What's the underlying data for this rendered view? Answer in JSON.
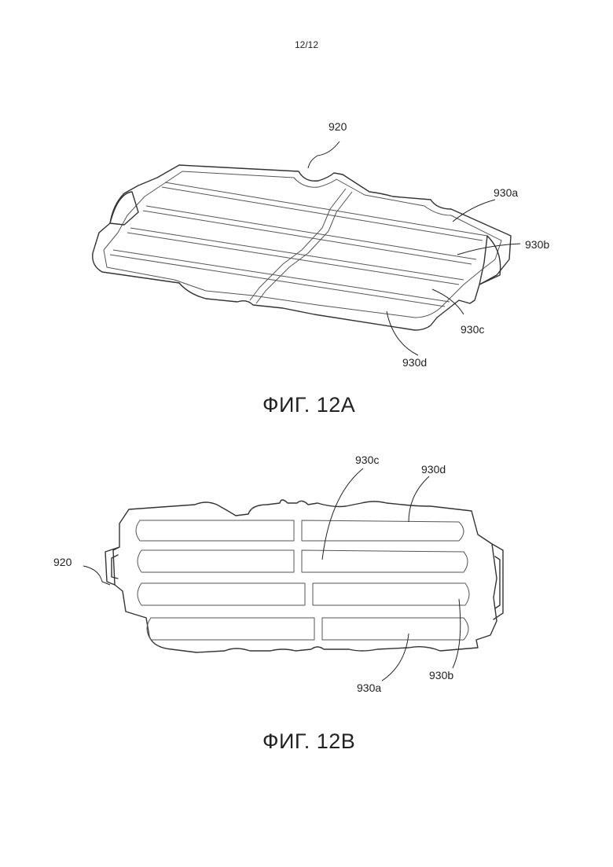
{
  "page": {
    "number": "12/12"
  },
  "figures": [
    {
      "caption": "ФИГ. 12А",
      "labels": {
        "frame": "920",
        "slot_a": "930a",
        "slot_b": "930b",
        "slot_c": "930c",
        "slot_d": "930d"
      }
    },
    {
      "caption": "ФИГ. 12В",
      "labels": {
        "frame": "920",
        "slot_a": "930a",
        "slot_b": "930b",
        "slot_c": "930c",
        "slot_d": "930d"
      }
    }
  ]
}
